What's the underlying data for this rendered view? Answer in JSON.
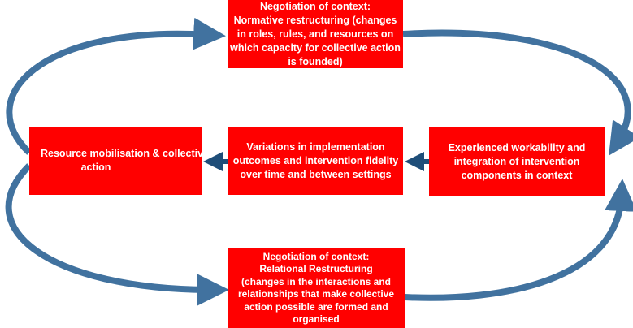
{
  "diagram": {
    "colors": {
      "box_fill": "#ff0000",
      "box_text": "#ffffff",
      "arrow": "#41729f",
      "arrow_dark": "#1f4e79"
    },
    "boxes": {
      "top": {
        "lines": [
          "Negotiation of context:",
          "Normative restructuring (changes",
          "in roles, rules, and resources on",
          "which capacity for collective action",
          "is founded)"
        ]
      },
      "left": {
        "lines": [
          "Resource mobilisation & collective",
          "action"
        ]
      },
      "middle": {
        "lines": [
          "Variations in implementation",
          "outcomes and intervention fidelity",
          "over time and between settings"
        ]
      },
      "right": {
        "lines": [
          "Experienced workability and",
          "integration of intervention",
          "components in context"
        ]
      },
      "bottom": {
        "lines": [
          "Negotiation of context:",
          "Relational Restructuring",
          "(changes in the interactions and",
          "relationships that make collective",
          "action possible are formed and",
          "organised"
        ]
      }
    }
  }
}
